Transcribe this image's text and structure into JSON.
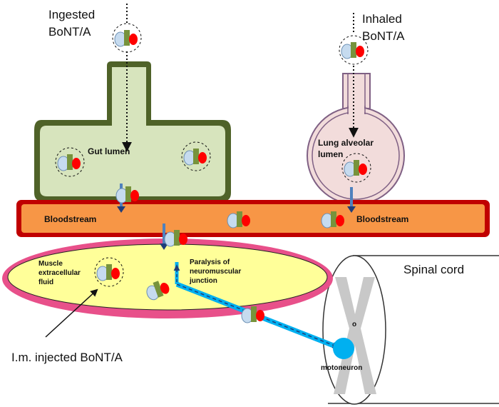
{
  "labels": {
    "ingested_1": "Ingested",
    "ingested_2": "BoNT/A",
    "inhaled_1": "Inhaled",
    "inhaled_2": "BoNT/A",
    "gut_lumen": "Gut lumen",
    "lung_1": "Lung alveolar",
    "lung_2": "lumen",
    "bloodstream_left": "Bloodstream",
    "bloodstream_right": "Bloodstream",
    "muscle_1": "Muscle",
    "muscle_2": "extracellular",
    "muscle_3": "fluid",
    "paralysis_1": "Paralysis of",
    "paralysis_2": "neuromuscular",
    "paralysis_3": "junction",
    "spinal_cord": "Spinal cord",
    "motoneuron": "motoneuron",
    "neuron_o": "o",
    "injected": "I.m. injected BoNT/A"
  },
  "colors": {
    "gut_fill": "#d7e4bd",
    "gut_border": "#4f6228",
    "lung_fill": "#f2dcdb",
    "lung_border": "#7f6084",
    "blood_fill": "#f79646",
    "blood_border": "#c00000",
    "muscle_fill": "#ffff99",
    "muscle_border": "#e8508a",
    "toxin_light_chain": "#c6dbef",
    "toxin_heavy_chain": "#77933c",
    "toxin_binding": "#ff0000",
    "axon": "#00b0f0",
    "spinal_x": "#c8c8c8",
    "arrow_blue": "#4f81bd"
  }
}
